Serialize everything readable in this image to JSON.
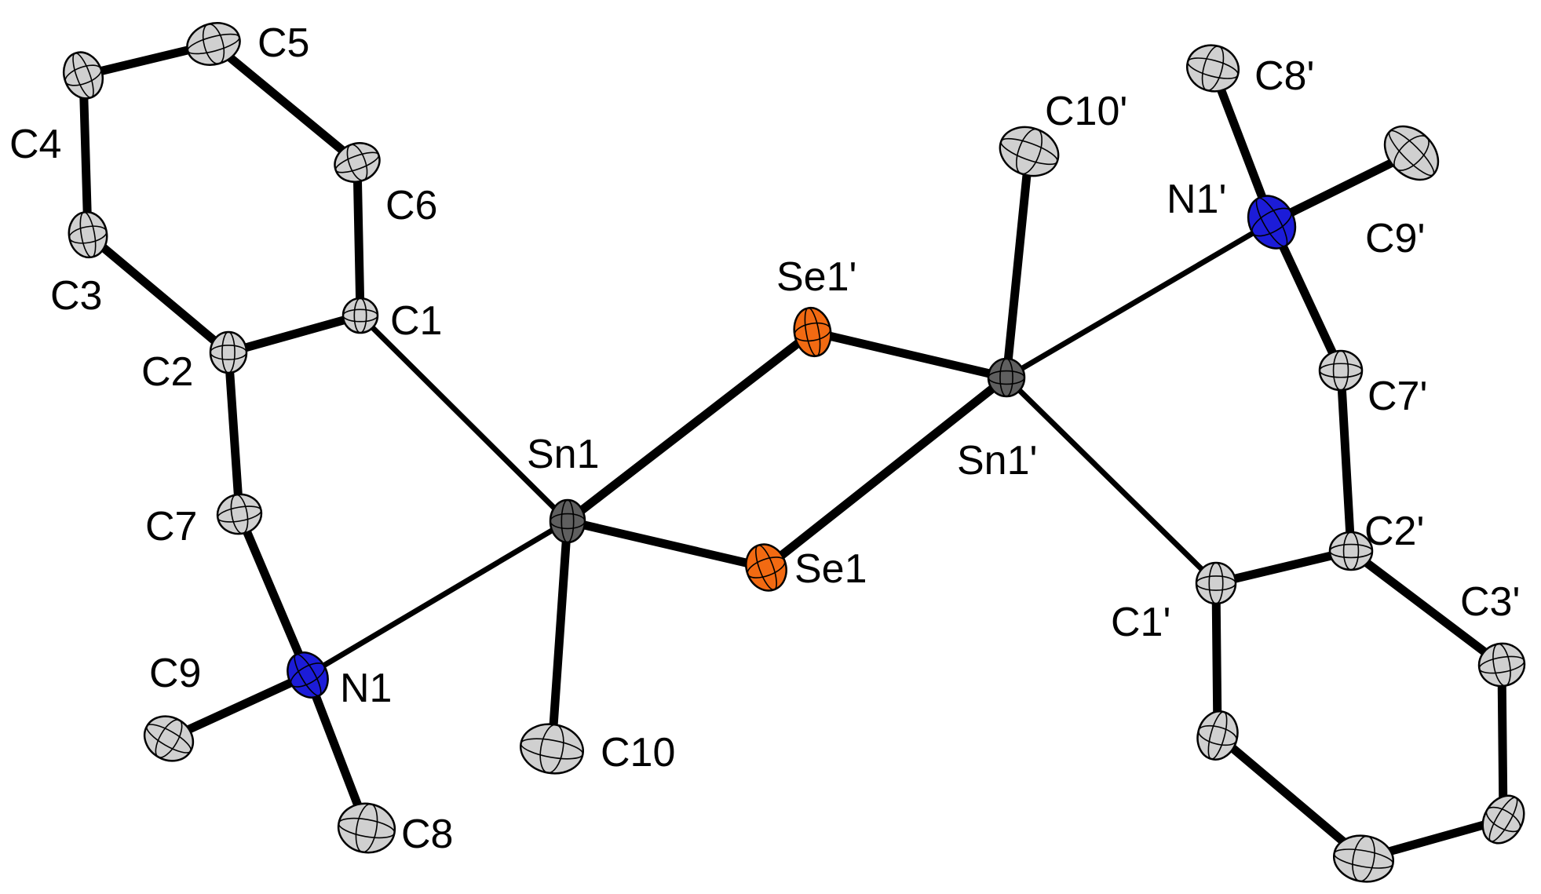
{
  "colors": {
    "carbon": "#d0d0d0",
    "nitrogen": "#1c1cd8",
    "selenium": "#f26a12",
    "tin": "#5f5f5f",
    "bond": "#000000",
    "background": "#ffffff"
  },
  "atoms": [
    {
      "id": "C5",
      "label": "C5",
      "element": "C"
    },
    {
      "id": "C4",
      "label": "C4",
      "element": "C"
    },
    {
      "id": "C6",
      "label": "C6",
      "element": "C"
    },
    {
      "id": "C3",
      "label": "C3",
      "element": "C"
    },
    {
      "id": "C1",
      "label": "C1",
      "element": "C"
    },
    {
      "id": "C2",
      "label": "C2",
      "element": "C"
    },
    {
      "id": "Sn1",
      "label": "Sn1",
      "element": "Sn"
    },
    {
      "id": "C7",
      "label": "C7",
      "element": "C"
    },
    {
      "id": "Se1",
      "label": "Se1",
      "element": "Se"
    },
    {
      "id": "C9",
      "label": "C9",
      "element": "C"
    },
    {
      "id": "N1",
      "label": "N1",
      "element": "N"
    },
    {
      "id": "C10",
      "label": "C10",
      "element": "C"
    },
    {
      "id": "C8",
      "label": "C8",
      "element": "C"
    },
    {
      "id": "C8p",
      "label": "C8'",
      "element": "C"
    },
    {
      "id": "C10p",
      "label": "C10'",
      "element": "C"
    },
    {
      "id": "N1p",
      "label": "N1'",
      "element": "N"
    },
    {
      "id": "C9p",
      "label": "C9'",
      "element": "C"
    },
    {
      "id": "Se1p",
      "label": "Se1'",
      "element": "Se"
    },
    {
      "id": "Sn1p",
      "label": "Sn1'",
      "element": "Sn"
    },
    {
      "id": "C7p",
      "label": "C7'",
      "element": "C"
    },
    {
      "id": "C2p",
      "label": "C2'",
      "element": "C"
    },
    {
      "id": "C1p",
      "label": "C1'",
      "element": "C"
    },
    {
      "id": "C3p",
      "label": "C3'",
      "element": "C"
    },
    {
      "id": "C4p",
      "label": "",
      "element": "C"
    },
    {
      "id": "C5p",
      "label": "",
      "element": "C"
    },
    {
      "id": "C6p",
      "label": "",
      "element": "C"
    }
  ],
  "bonds": [
    [
      "C4",
      "C5"
    ],
    [
      "C5",
      "C6"
    ],
    [
      "C6",
      "C1"
    ],
    [
      "C1",
      "C2"
    ],
    [
      "C2",
      "C3"
    ],
    [
      "C3",
      "C4"
    ],
    [
      "C2",
      "C7"
    ],
    [
      "C7",
      "N1"
    ],
    [
      "N1",
      "C9"
    ],
    [
      "N1",
      "C8"
    ],
    [
      "N1",
      "Sn1"
    ],
    [
      "C1",
      "Sn1"
    ],
    [
      "Sn1",
      "C10"
    ],
    [
      "Sn1",
      "Se1p"
    ],
    [
      "Sn1",
      "Se1"
    ],
    [
      "Se1p",
      "Sn1p"
    ],
    [
      "Se1",
      "Sn1p"
    ],
    [
      "Sn1p",
      "C10p"
    ],
    [
      "Sn1p",
      "N1p"
    ],
    [
      "Sn1p",
      "C1p"
    ],
    [
      "N1p",
      "C8p"
    ],
    [
      "N1p",
      "C9p"
    ],
    [
      "N1p",
      "C7p"
    ],
    [
      "C7p",
      "C2p"
    ],
    [
      "C2p",
      "C1p"
    ],
    [
      "C2p",
      "C3p"
    ],
    [
      "C3p",
      "C4p"
    ],
    [
      "C4p",
      "C5p"
    ],
    [
      "C5p",
      "C6p"
    ],
    [
      "C6p",
      "C1p"
    ]
  ],
  "thin_bonds": [
    [
      "C1",
      "Sn1"
    ],
    [
      "N1",
      "Sn1"
    ],
    [
      "Sn1p",
      "N1p"
    ],
    [
      "Sn1p",
      "C1p"
    ]
  ]
}
